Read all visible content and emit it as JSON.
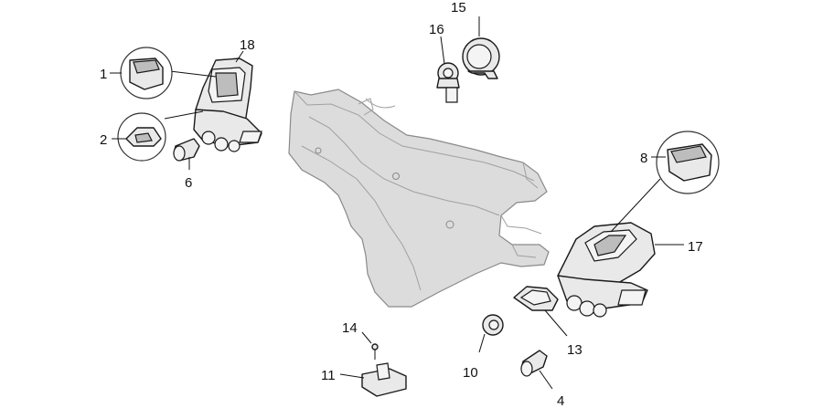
{
  "callout_labels": {
    "p1": "1",
    "p2": "2",
    "p4": "4",
    "p6": "6",
    "p8": "8",
    "p10": "10",
    "p11": "11",
    "p13": "13",
    "p14": "14",
    "p15": "15",
    "p16": "16",
    "p17": "17",
    "p18": "18"
  }
}
